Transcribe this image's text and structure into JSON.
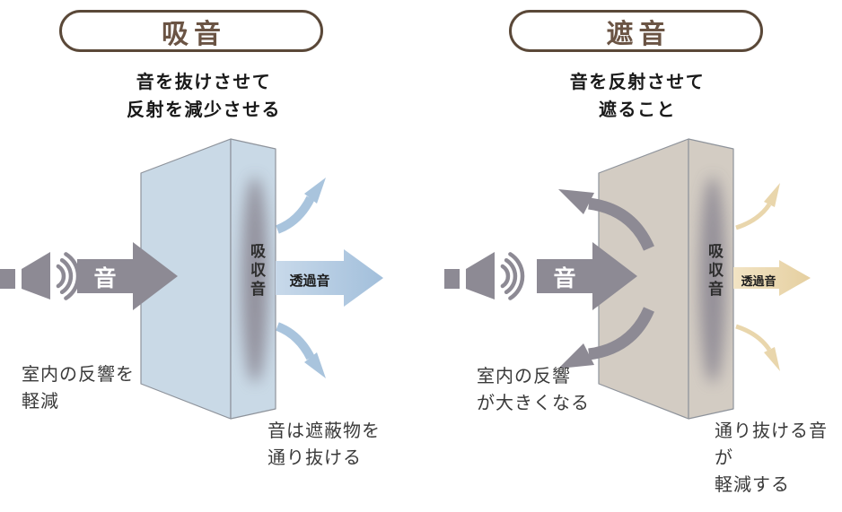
{
  "colors": {
    "outline_brown": "#5a4838",
    "title_brown": "#6b5444",
    "sound_gray": "#8d8a94",
    "panel_blue": "#c9d9e6",
    "arrow_blue": "#a9c4dd",
    "panel_beige": "#d3ccc3",
    "arrow_tan": "#e9d6ac",
    "panel_border": "#8e939b",
    "smudge_gray": "#8a8692",
    "ink": "#2b2b2b"
  },
  "absorption": {
    "title": "吸音",
    "subtitle_line1": "音を抜けさせて",
    "subtitle_line2": "反射を減少させる",
    "source_label": "音",
    "absorbed_label": "吸収音",
    "transmitted_label": "透過音",
    "room_note_line1": "室内の反響を",
    "room_note_line2": "軽減",
    "result_note_line1": "音は遮蔽物を",
    "result_note_line2": "通り抜ける"
  },
  "insulation": {
    "title": "遮音",
    "subtitle_line1": "音を反射させて",
    "subtitle_line2": "遮ること",
    "source_label": "音",
    "absorbed_label": "吸収音",
    "transmitted_label": "透過音",
    "room_note_line1": "室内の反響",
    "room_note_line2": "が大きくなる",
    "result_note_line1": "通り抜ける音が",
    "result_note_line2": "軽減する"
  }
}
